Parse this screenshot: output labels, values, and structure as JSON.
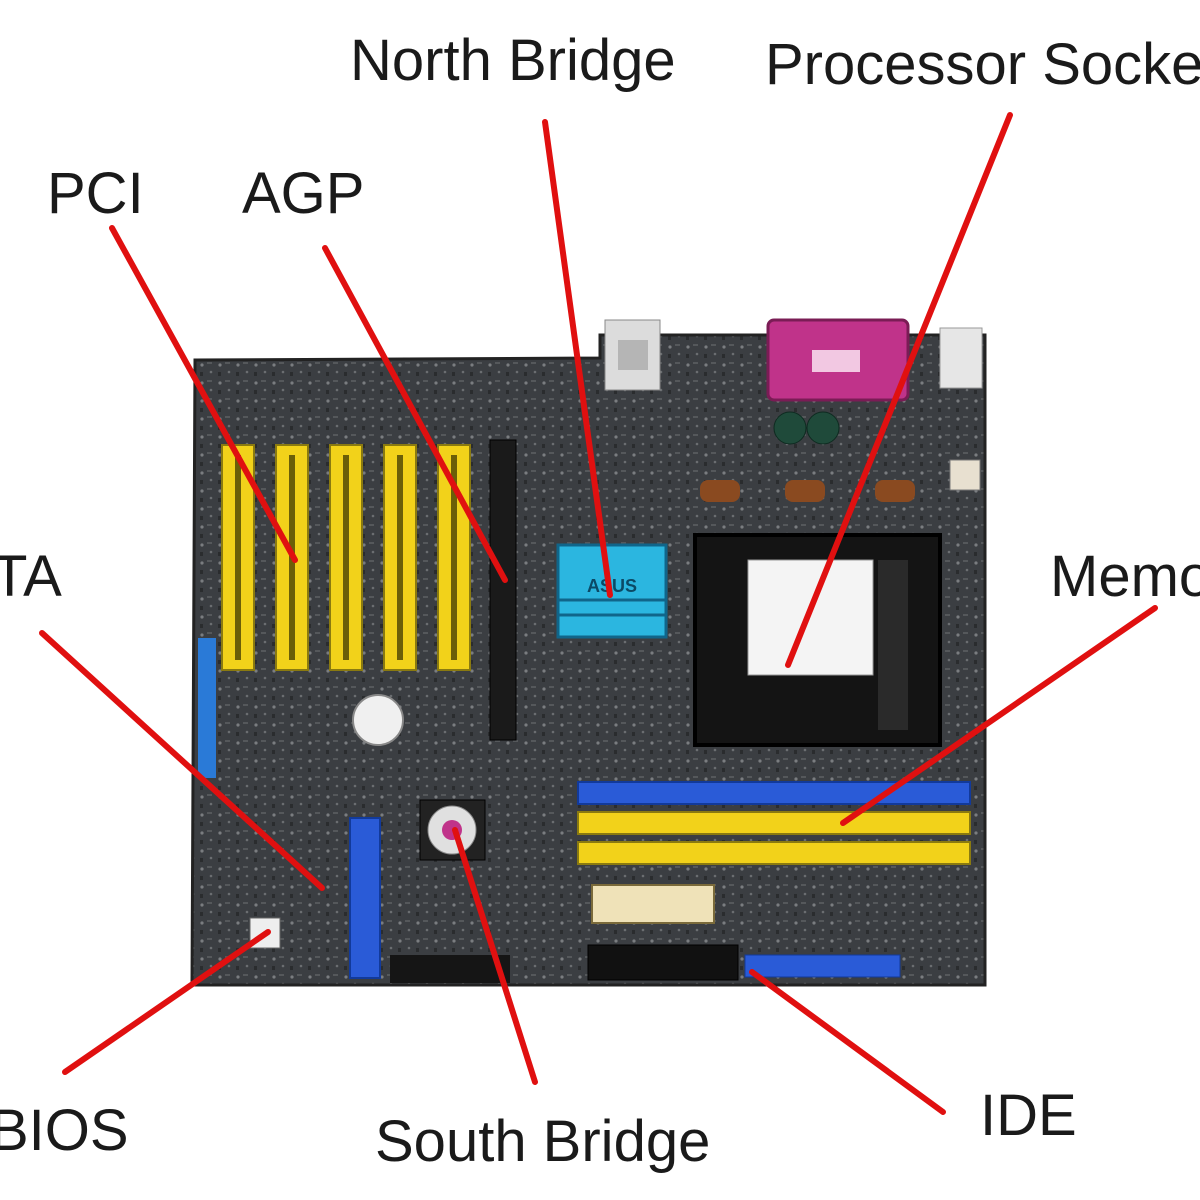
{
  "labels": {
    "north_bridge": "North Bridge",
    "processor_socket": "Processor Socke",
    "pci": "PCI",
    "agp": "AGP",
    "sata": "TA",
    "memory": "Memo",
    "bios": "BIOS",
    "south_bridge": "South Bridge",
    "ide": "IDE"
  },
  "board_logo": "ASUS",
  "colors": {
    "pointer_line": "#e01010",
    "board": "#3a3d40",
    "pci_slot": "#f2d21a",
    "blue_slot": "#2a5bd7",
    "northbridge_heatsink": "#2bb6e0",
    "parallel_port": "#c0338a",
    "socket": "#111111",
    "socket_center": "#f4f4f4"
  }
}
